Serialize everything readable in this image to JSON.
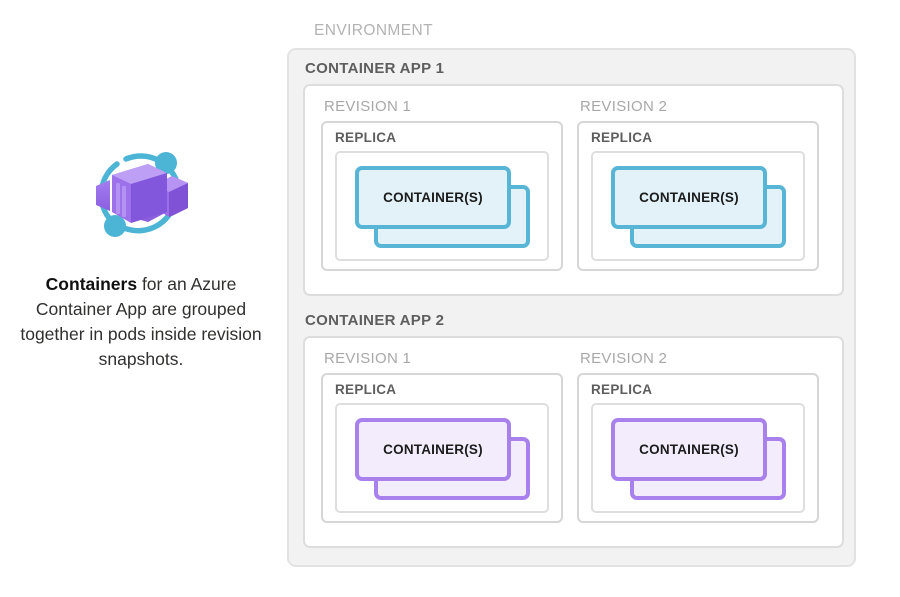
{
  "caption": {
    "bold_lead": "Containers",
    "rest": " for an Azure Container App are grouped together in pods inside revision snapshots.",
    "icon_name": "azure-container-apps-icon"
  },
  "diagram": {
    "environment_label": "ENVIRONMENT",
    "colors": {
      "environment_fill": "#f2f2f2",
      "environment_border": "#e2e2e2",
      "app_border": "#dddddd",
      "replica_border": "#d6d6d6",
      "pod_border": "#dedede",
      "teal_border": "#57b6d6",
      "teal_fill": "#e2f2f8",
      "purple_border": "#a981ec",
      "purple_fill": "#f2ecfc",
      "label_gray": "#a8a8a8",
      "label_dark": "#5e5e5e",
      "env_label_gray": "#b3b3b3"
    },
    "container_apps": [
      {
        "label": "CONTAINER APP 1",
        "accent": "teal",
        "revisions": [
          {
            "label": "REVISION 1",
            "replica_label": "REPLICA",
            "container_label": "CONTAINER(S)"
          },
          {
            "label": "REVISION 2",
            "replica_label": "REPLICA",
            "container_label": "CONTAINER(S)"
          }
        ]
      },
      {
        "label": "CONTAINER APP 2",
        "accent": "purple",
        "revisions": [
          {
            "label": "REVISION 1",
            "replica_label": "REPLICA",
            "container_label": "CONTAINER(S)"
          },
          {
            "label": "REVISION 2",
            "replica_label": "REPLICA",
            "container_label": "CONTAINER(S)"
          }
        ]
      }
    ]
  }
}
